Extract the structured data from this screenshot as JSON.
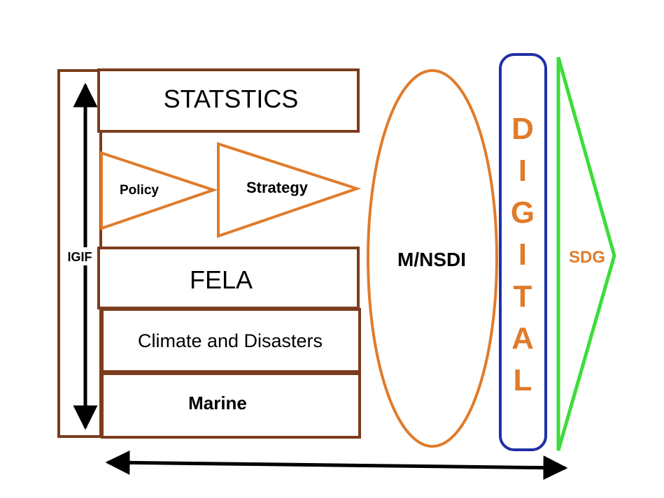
{
  "colors": {
    "brown": "#7b3c1c",
    "orange": "#e07b2a",
    "blue": "#1f2fa6",
    "green": "#3ddc3a",
    "black": "#000000"
  },
  "framework": {
    "side_label": "IGIF",
    "statistics": "STATSTICS",
    "policy": "Policy",
    "strategy": "Strategy",
    "fela": "FELA",
    "climate": "Climate and Disasters",
    "marine": "Marine"
  },
  "nsdi": {
    "label": "M/NSDI"
  },
  "digital": {
    "letters": [
      "D",
      "I",
      "G",
      "I",
      "T",
      "A",
      "L"
    ]
  },
  "sdg": {
    "label": "SDG"
  }
}
